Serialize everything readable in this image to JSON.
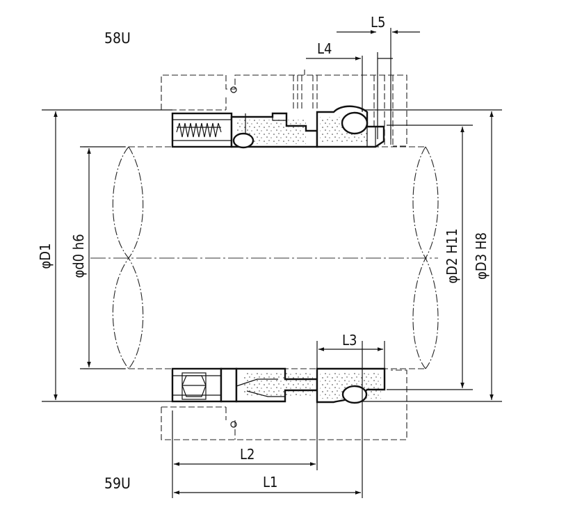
{
  "labels": {
    "variant_top": "58U",
    "variant_bottom": "59U",
    "L1": "L1",
    "L2": "L2",
    "L3": "L3",
    "L4": "L4",
    "L5": "L5",
    "D1": "φD1",
    "d0": "φd0 h6",
    "D2": "φD2 H11",
    "D3": "φD3 H8"
  }
}
